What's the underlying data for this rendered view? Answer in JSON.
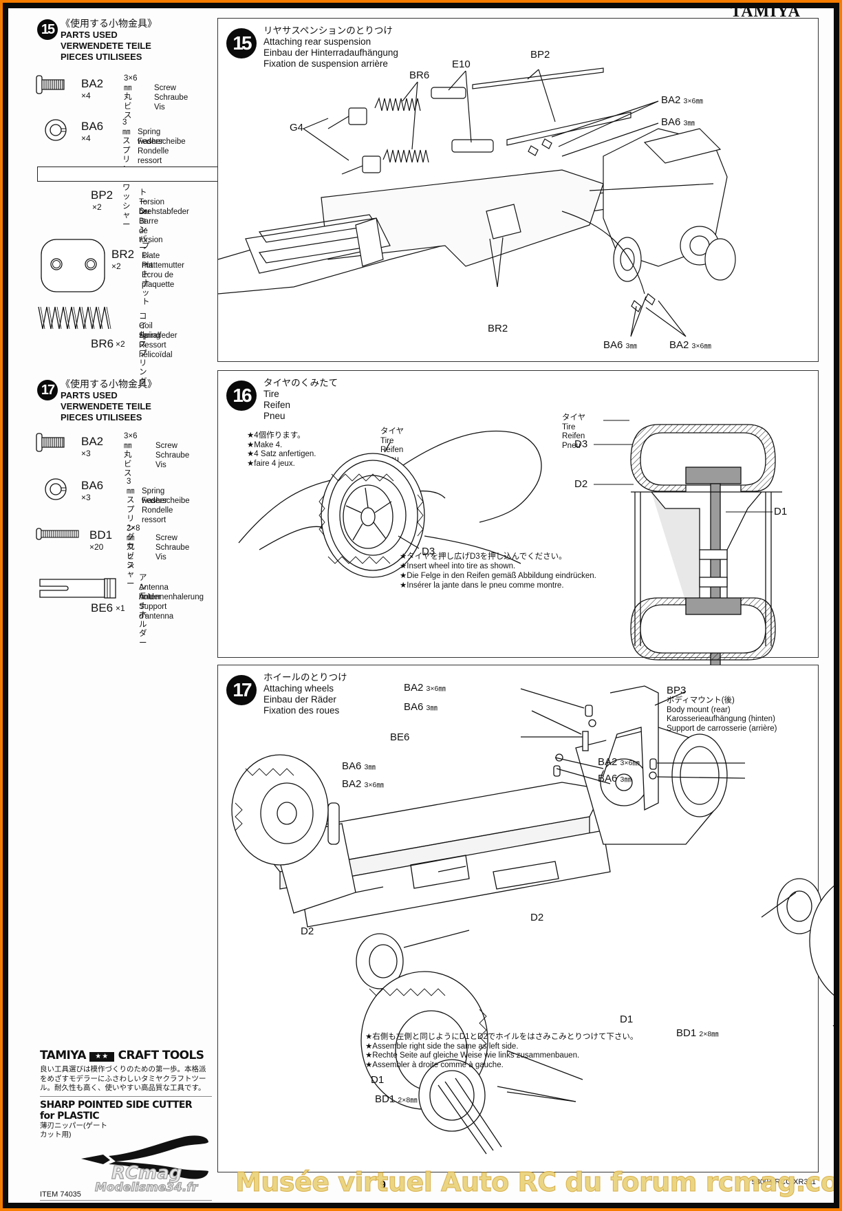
{
  "header": {
    "brand": "TAMIYA"
  },
  "parts_15": {
    "step": "15",
    "title_jp": "《使用する小物金具》",
    "title_en": "PARTS USED",
    "title_de": "VERWENDETE TEILE",
    "title_fr": "PIECES UTILISEES",
    "items": [
      {
        "code": "BA2",
        "qty": "×4",
        "icon": "screw-icon",
        "jp": "3×6㎜丸ビス",
        "en": "Screw",
        "de": "Schraube",
        "fr": "Vis"
      },
      {
        "code": "BA6",
        "qty": "×4",
        "icon": "spring-washer-icon",
        "jp": "3㎜スプリングワッシャー",
        "en": "Spring washer",
        "de": "Federscheibe",
        "fr": "Rondelle ressort"
      },
      {
        "code": "BP2",
        "qty": "×2",
        "icon": "torsion-bar-icon",
        "jp": "トーションバー",
        "en": "Torsion bar",
        "de": "Drehstabfeder",
        "fr": "Barre de torsion"
      },
      {
        "code": "BR2",
        "qty": "×2",
        "icon": "plate-nut-icon",
        "jp": "プレートナット",
        "en": "Plate nut",
        "de": "Plattemutter",
        "fr": "Ecrou de plaquette"
      },
      {
        "code": "BR6",
        "qty": "×2",
        "icon": "coil-spring-icon",
        "jp": "コイルスプリング",
        "en": "Coil spring",
        "de": "Spiralfeder",
        "fr": "Ressort hélicoïdal"
      }
    ]
  },
  "parts_17": {
    "step": "17",
    "title_jp": "《使用する小物金具》",
    "title_en": "PARTS USED",
    "title_de": "VERWENDETE TEILE",
    "title_fr": "PIECES UTILISEES",
    "items": [
      {
        "code": "BA2",
        "qty": "×3",
        "icon": "screw-icon",
        "jp": "3×6㎜丸ビス",
        "en": "Screw",
        "de": "Schraube",
        "fr": "Vis"
      },
      {
        "code": "BA6",
        "qty": "×3",
        "icon": "spring-washer-icon",
        "jp": "3㎜スプリングワッシャー",
        "en": "Spring washer",
        "de": "Federscheibe",
        "fr": "Rondelle ressort"
      },
      {
        "code": "BD1",
        "qty": "×20",
        "icon": "screw-icon",
        "jp": "2×8㎜丸ビス",
        "en": "Screw",
        "de": "Schraube",
        "fr": "Vis"
      },
      {
        "code": "BE6",
        "qty": "×1",
        "icon": "antenna-holder-icon",
        "jp": "アンテナホルダー",
        "en": "Antenna holder",
        "de": "Antennenhalerung",
        "fr": "Support d'antenna"
      }
    ]
  },
  "step15": {
    "number": "15",
    "title_jp": "リヤサスペンションのとりつけ",
    "title_en": "Attaching rear suspension",
    "title_de": "Einbau der Hinterradaufhängung",
    "title_fr": "Fixation de suspension arrière",
    "labels": {
      "br6": "BR6",
      "e10": "E10",
      "bp2": "BP2",
      "g4": "G4",
      "br2": "BR2",
      "ba2_top": "BA2",
      "ba2_top_size": "3×6㎜",
      "ba6_top": "BA6",
      "ba6_top_size": "3㎜",
      "ba6_bottom": "BA6",
      "ba6_bottom_size": "3㎜",
      "ba2_bottom": "BA2",
      "ba2_bottom_size": "3×6㎜"
    }
  },
  "step16": {
    "number": "16",
    "title_jp": "タイヤのくみたて",
    "title_en": "Tire",
    "title_de": "Reifen",
    "title_fr": "Pneu",
    "make_notes": [
      "★4個作ります。",
      "★Make 4.",
      "★4 Satz anfertigen.",
      "★faire 4 jeux."
    ],
    "tire_label": [
      "タイヤ",
      "Tire",
      "Reifen",
      "Pneu"
    ],
    "d3": "D3",
    "insert_notes": [
      "★タイヤを押し広げD3を押し込んでください。",
      "★Insert wheel into tire as shown.",
      "★Die Felge in den Reifen gemäß Abbildung eindrücken.",
      "★Insérer la jante dans le pneu comme montre."
    ],
    "section": {
      "tire_label": [
        "タイヤ",
        "Tire",
        "Reifen",
        "Pneu"
      ],
      "d3": "D3",
      "d2": "D2",
      "d1": "D1"
    }
  },
  "step17": {
    "number": "17",
    "title_jp": "ホイールのとりつけ",
    "title_en": "Attaching wheels",
    "title_de": "Einbau der Räder",
    "title_fr": "Fixation des roues",
    "labels": {
      "ba2_a": "BA2",
      "ba2_a_size": "3×6㎜",
      "ba6_a": "BA6",
      "ba6_a_size": "3㎜",
      "be6": "BE6",
      "ba6_b": "BA6",
      "ba6_b_size": "3㎜",
      "ba2_b": "BA2",
      "ba2_b_size": "3×6㎜",
      "bp3": "BP3",
      "bp3_jp": "ボディマウント(後)",
      "bp3_en": "Body mount (rear)",
      "bp3_de": "Karosserieaufhängung (hinten)",
      "bp3_fr": "Support de carrosserie (arrière)",
      "ba2_c": "BA2",
      "ba2_c_size": "3×6㎜",
      "ba6_c": "BA6",
      "ba6_c_size": "3㎜",
      "d2_right": "D2",
      "d1_right": "D1",
      "bd1_right": "BD1",
      "bd1_right_size": "2×8㎜",
      "d2_left": "D2",
      "d1_left": "D1",
      "bd1_left": "BD1",
      "bd1_left_size": "2×8㎜"
    },
    "notes": [
      "★右側も左側と同じようにD1とD2でホイルをはさみこみとりつけて下さい。",
      "★Assemble right side the same as left side.",
      "★Rechte Seite auf gleiche Weise wie links zusammenbauen.",
      "★Assembler à droite comme à gauche."
    ]
  },
  "craft_tools": {
    "brand": "TAMIYA",
    "title": "CRAFT TOOLS",
    "jp_text": [
      "良い工具選びは模作づくりのための第一歩。本格派",
      "をめざすモデラーにふさわしいタミヤクラフトツー",
      "ル。耐久性も高く、使いやすい高品質な工具です。"
    ],
    "product_line1": "SHARP POINTED SIDE CUTTER",
    "product_line2": "for PLASTIC",
    "product_jp1": "薄刃ニッパー(ゲート",
    "product_jp2": "カット用)",
    "item": "ITEM 74035"
  },
  "footer": {
    "page_number": "9",
    "kit_code": "58004 RCC XR311",
    "watermark_site": "Musée virtuel Auto RC du forum rcmag.com",
    "watermark_logo1": "RCmag",
    "watermark_logo2": "Modelisme34.fr"
  },
  "colors": {
    "outer_border": "#f57c00",
    "frame": "#0a0a0a",
    "page": "#fdfdfd",
    "ink": "#111111",
    "watermark": "#e9d27a"
  }
}
